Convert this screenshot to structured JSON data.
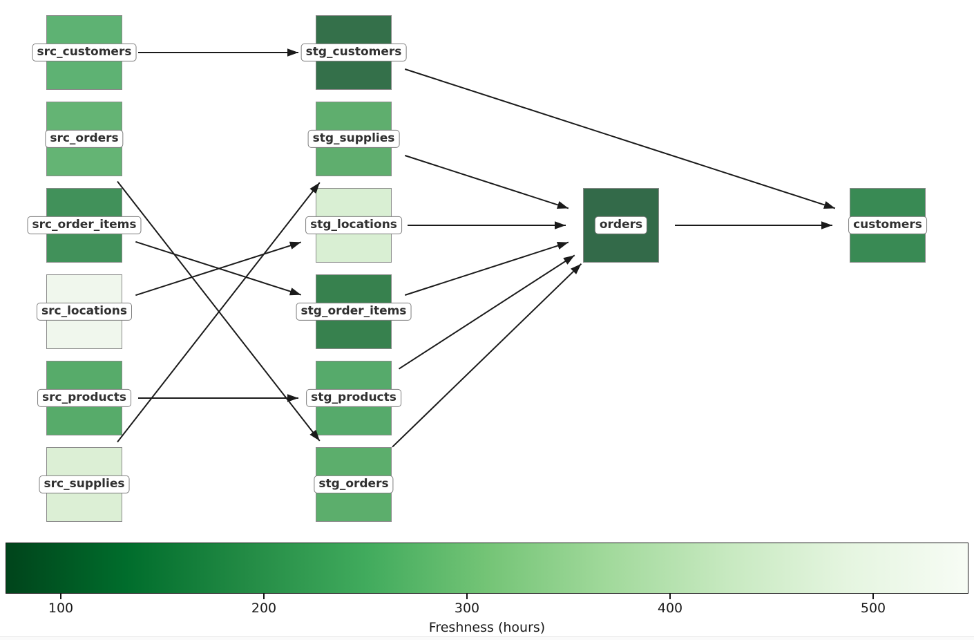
{
  "figure": {
    "background": "#ffffff"
  },
  "graph": {
    "edge_color": "#1a1a1a",
    "node_border_color": "#898989",
    "label_text_color": "#303030",
    "nodes": [
      {
        "id": "src_customers",
        "label": "src_customers",
        "col": 0,
        "row": 0,
        "color": "#5eb273"
      },
      {
        "id": "src_orders",
        "label": "src_orders",
        "col": 0,
        "row": 1,
        "color": "#64b474"
      },
      {
        "id": "src_order_items",
        "label": "src_order_items",
        "col": 0,
        "row": 2,
        "color": "#41915a"
      },
      {
        "id": "src_locations",
        "label": "src_locations",
        "col": 0,
        "row": 3,
        "color": "#f0f7ed"
      },
      {
        "id": "src_products",
        "label": "src_products",
        "col": 0,
        "row": 4,
        "color": "#57ab6a"
      },
      {
        "id": "src_supplies",
        "label": "src_supplies",
        "col": 0,
        "row": 5,
        "color": "#dcefd5"
      },
      {
        "id": "stg_customers",
        "label": "stg_customers",
        "col": 1,
        "row": 0,
        "color": "#34704a"
      },
      {
        "id": "stg_supplies",
        "label": "stg_supplies",
        "col": 1,
        "row": 1,
        "color": "#5fae6e"
      },
      {
        "id": "stg_locations",
        "label": "stg_locations",
        "col": 1,
        "row": 2,
        "color": "#d9efd3"
      },
      {
        "id": "stg_order_items",
        "label": "stg_order_items",
        "col": 1,
        "row": 3,
        "color": "#37814e"
      },
      {
        "id": "stg_products",
        "label": "stg_products",
        "col": 1,
        "row": 4,
        "color": "#56aa6b"
      },
      {
        "id": "stg_orders",
        "label": "stg_orders",
        "col": 1,
        "row": 5,
        "color": "#5cae6c"
      },
      {
        "id": "orders",
        "label": "orders",
        "col": 2,
        "row": 2,
        "color": "#336a49"
      },
      {
        "id": "customers",
        "label": "customers",
        "col": 3,
        "row": 2,
        "color": "#398a54"
      }
    ],
    "edges": [
      {
        "from": "src_customers",
        "to": "stg_customers"
      },
      {
        "from": "src_orders",
        "to": "stg_orders"
      },
      {
        "from": "src_order_items",
        "to": "stg_order_items"
      },
      {
        "from": "src_locations",
        "to": "stg_locations"
      },
      {
        "from": "src_products",
        "to": "stg_products"
      },
      {
        "from": "src_supplies",
        "to": "stg_supplies"
      },
      {
        "from": "stg_customers",
        "to": "customers"
      },
      {
        "from": "stg_supplies",
        "to": "orders"
      },
      {
        "from": "stg_locations",
        "to": "orders"
      },
      {
        "from": "stg_order_items",
        "to": "orders"
      },
      {
        "from": "stg_products",
        "to": "orders"
      },
      {
        "from": "stg_orders",
        "to": "orders"
      },
      {
        "from": "orders",
        "to": "customers"
      }
    ]
  },
  "colorbar": {
    "label": "Freshness (hours)",
    "ticks": [
      {
        "value": "100",
        "pos": 5.74
      },
      {
        "value": "200",
        "pos": 26.83
      },
      {
        "value": "300",
        "pos": 47.92
      },
      {
        "value": "400",
        "pos": 69.01
      },
      {
        "value": "500",
        "pos": 90.1
      }
    ],
    "gradient": [
      "#00441b",
      "#006d2c",
      "#238b45",
      "#41ab5d",
      "#74c476",
      "#a1d99b",
      "#c7e9c0",
      "#e5f5e0",
      "#f7fcf5"
    ]
  }
}
